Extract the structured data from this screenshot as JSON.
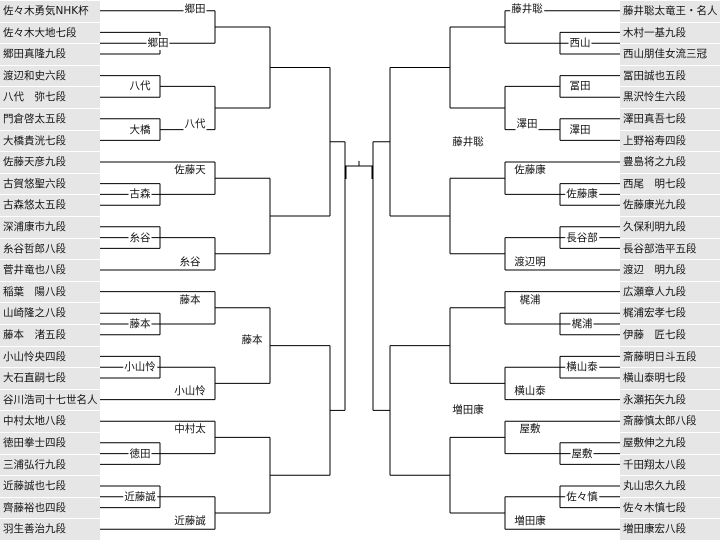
{
  "left_players": [
    "佐々木勇気NHK杯",
    "佐々木大地七段",
    "郷田真隆九段",
    "渡辺和史六段",
    "八代　弥七段",
    "門倉啓太五段",
    "大橋貴洸七段",
    "佐藤天彦九段",
    "古賀悠聖六段",
    "古森悠太五段",
    "深浦康市九段",
    "糸谷哲郎八段",
    "菅井竜也八段",
    "稲葉　陽八段",
    "山崎隆之八段",
    "藤本　渚五段",
    "小山怜央四段",
    "大石直嗣七段",
    "谷川浩司十七世名人",
    "中村太地八段",
    "徳田拳士四段",
    "三浦弘行九段",
    "近藤誠也七段",
    "齊藤裕也四段",
    "羽生善治九段"
  ],
  "right_players": [
    "藤井聡太竜王・名人",
    "木村一基九段",
    "西山朋佳女流三冠",
    "冨田誠也五段",
    "黒沢怜生六段",
    "澤田真吾七段",
    "上野裕寿四段",
    "豊島将之九段",
    "西尾　明七段",
    "佐藤康光九段",
    "久保利明九段",
    "長谷部浩平五段",
    "渡辺　明九段",
    "広瀬章人九段",
    "梶浦宏孝七段",
    "伊藤　匠七段",
    "斎藤明日斗五段",
    "横山泰明七段",
    "永瀬拓矢九段",
    "斎藤慎太郎八段",
    "屋敷伸之九段",
    "千田翔太八段",
    "丸山忠久九段",
    "佐々木慎七段",
    "増田康宏八段"
  ],
  "left_results": {
    "r1": [
      "郷田",
      "八代",
      "大橋",
      "古森",
      "糸谷",
      "藤本",
      "小山怜",
      "徳田",
      "近藤誠"
    ],
    "r2": [
      "郷田",
      "八代",
      "佐藤天",
      "糸谷",
      "藤本",
      "小山怜",
      "中村太",
      "近藤誠"
    ],
    "r3": [
      "八代",
      "糸谷",
      "小山怜",
      "近藤誠"
    ],
    "r4": [
      "藤本"
    ]
  },
  "right_results": {
    "r1": [
      "西山",
      "冨田",
      "澤田",
      "佐藤康",
      "長谷部",
      "梶浦",
      "横山泰",
      "屋敷",
      "佐々慎"
    ],
    "r2": [
      "藤井聡",
      "澤田",
      "佐藤康",
      "渡辺明",
      "梶浦",
      "横山泰",
      "屋敷",
      "増田康"
    ],
    "r3": [
      "藤井聡",
      "増田康"
    ]
  },
  "colors": {
    "line": "#000000",
    "player_bg": "#e6e6e6"
  }
}
